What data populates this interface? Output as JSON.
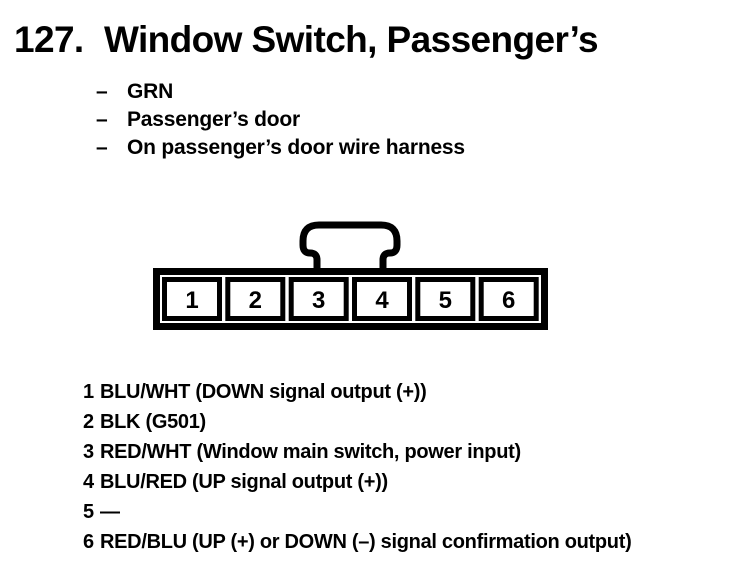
{
  "page": {
    "number": "127.",
    "title": "Window Switch, Passenger’s"
  },
  "specs": [
    {
      "marker": "–",
      "text": "GRN"
    },
    {
      "marker": "–",
      "text": "Passenger’s door"
    },
    {
      "marker": "–",
      "text": "On passenger’s door wire harness"
    }
  ],
  "connector": {
    "pins": [
      "1",
      "2",
      "3",
      "4",
      "5",
      "6"
    ]
  },
  "pin_list": [
    {
      "pin": "1",
      "desc": "BLU/WHT (DOWN signal output (+))"
    },
    {
      "pin": "2",
      "desc": "BLK (G501)"
    },
    {
      "pin": "3",
      "desc": "RED/WHT (Window main switch, power input)"
    },
    {
      "pin": "4",
      "desc": "BLU/RED (UP signal output (+))"
    },
    {
      "pin": "5",
      "desc": "—"
    },
    {
      "pin": "6",
      "desc": "RED/BLU (UP (+) or DOWN (–) signal confirmation output)"
    }
  ],
  "colors": {
    "ink": "#000000",
    "paper": "#ffffff"
  }
}
